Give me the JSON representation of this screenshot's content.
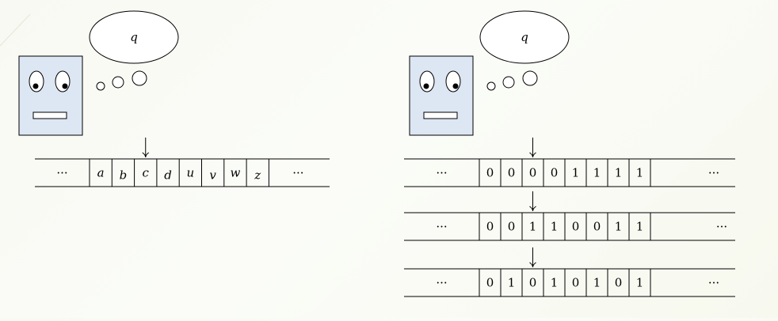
{
  "left_machine": {
    "state": "q",
    "tape": {
      "left_ellipsis": "···",
      "cells": [
        "a",
        "b",
        "c",
        "d",
        "u",
        "v",
        "w",
        "z"
      ],
      "right_ellipsis": "···",
      "head_index": 2
    }
  },
  "right_machine": {
    "state": "q",
    "tapes": [
      {
        "left_ellipsis": "···",
        "cells": [
          "0",
          "0",
          "0",
          "0",
          "1",
          "1",
          "1",
          "1"
        ],
        "right_ellipsis": "···",
        "head_index": 2
      },
      {
        "left_ellipsis": "···",
        "cells": [
          "0",
          "0",
          "1",
          "1",
          "0",
          "0",
          "1",
          "1"
        ],
        "right_ellipsis": "···",
        "head_index": 2
      },
      {
        "left_ellipsis": "···",
        "cells": [
          "0",
          "1",
          "0",
          "1",
          "0",
          "1",
          "0",
          "1"
        ],
        "right_ellipsis": "···",
        "head_index": 2
      }
    ]
  },
  "colors": {
    "face_fill": "#dde6f3",
    "stroke": "#000000",
    "background": "#f8f9f2"
  }
}
